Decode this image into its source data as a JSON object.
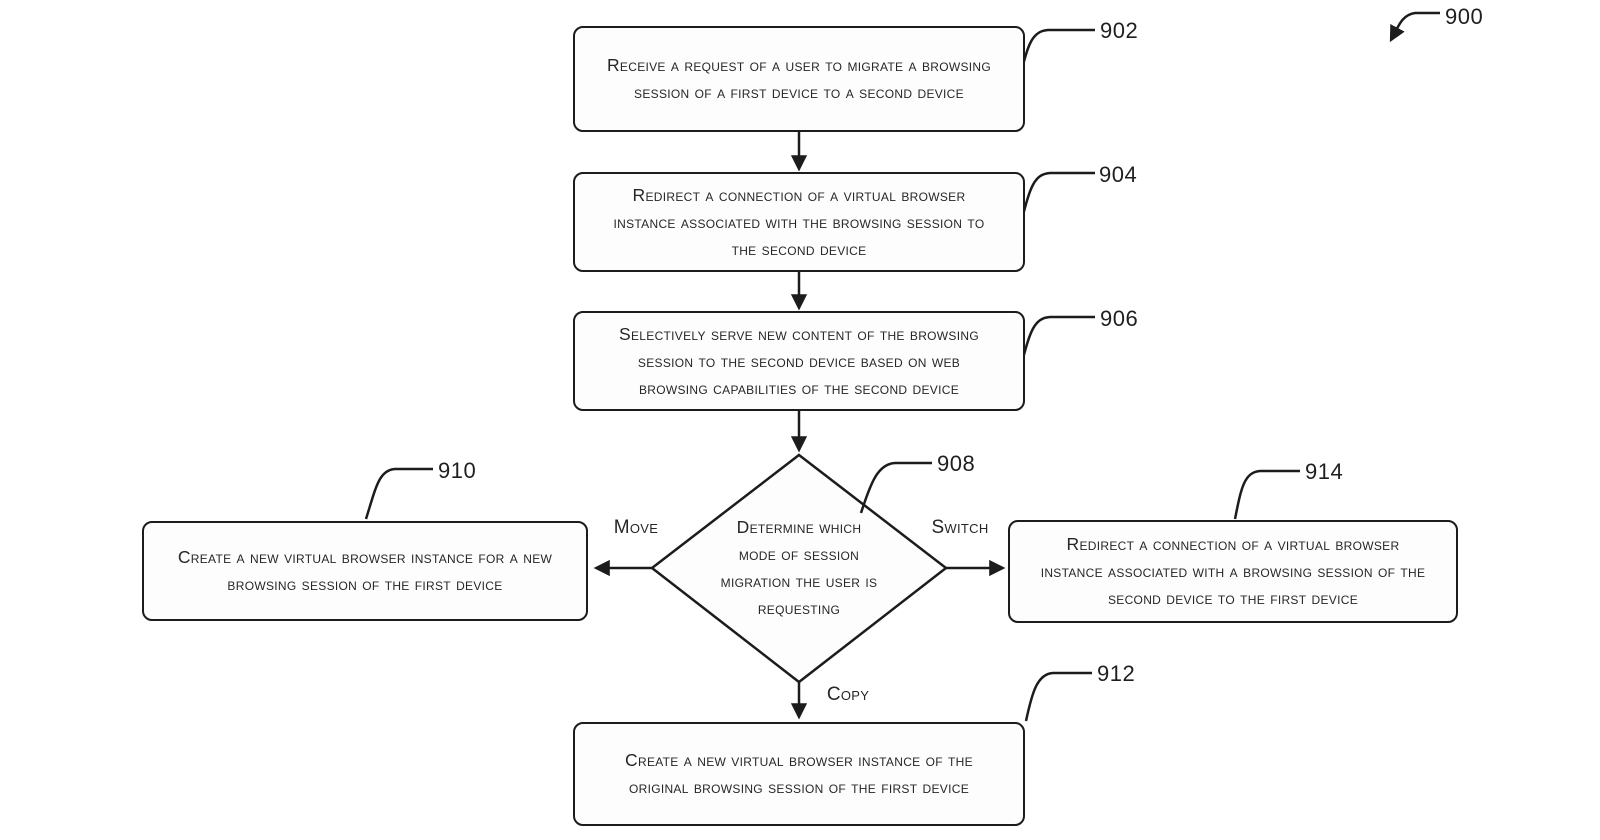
{
  "figure": {
    "reference_label": "900",
    "colors": {
      "line": "#1c1c1c",
      "text": "#262626",
      "box_fill": "#fdfdfd",
      "background": "#ffffff"
    },
    "nodes": [
      {
        "id": "902",
        "type": "process",
        "text": "Receive a request of a user to migrate a browsing session of a first device to a second device"
      },
      {
        "id": "904",
        "type": "process",
        "text": "Redirect a connection of a virtual browser instance associated with the browsing session to the second device"
      },
      {
        "id": "906",
        "type": "process",
        "text": "Selectively serve new content of the browsing session to the second device based on web browsing capabilities of the second device"
      },
      {
        "id": "908",
        "type": "decision",
        "text": "Determine which mode of session migration the user is requesting",
        "lines": [
          "Determine which",
          "mode of session",
          "migration the user is",
          "requesting"
        ]
      },
      {
        "id": "910",
        "type": "process",
        "text": "Create a new virtual browser instance for a new browsing session of the first device"
      },
      {
        "id": "912",
        "type": "process",
        "text": "Create a new virtual browser instance of the original browsing session of the first device"
      },
      {
        "id": "914",
        "type": "process",
        "text": "Redirect a connection of a virtual browser instance associated with a browsing session of the second device to the first device"
      }
    ],
    "edges": [
      {
        "from": "902",
        "to": "904",
        "label": ""
      },
      {
        "from": "904",
        "to": "906",
        "label": ""
      },
      {
        "from": "906",
        "to": "908",
        "label": ""
      },
      {
        "from": "908",
        "to": "910",
        "label": "Move"
      },
      {
        "from": "908",
        "to": "914",
        "label": "Switch"
      },
      {
        "from": "908",
        "to": "912",
        "label": "Copy"
      }
    ]
  }
}
